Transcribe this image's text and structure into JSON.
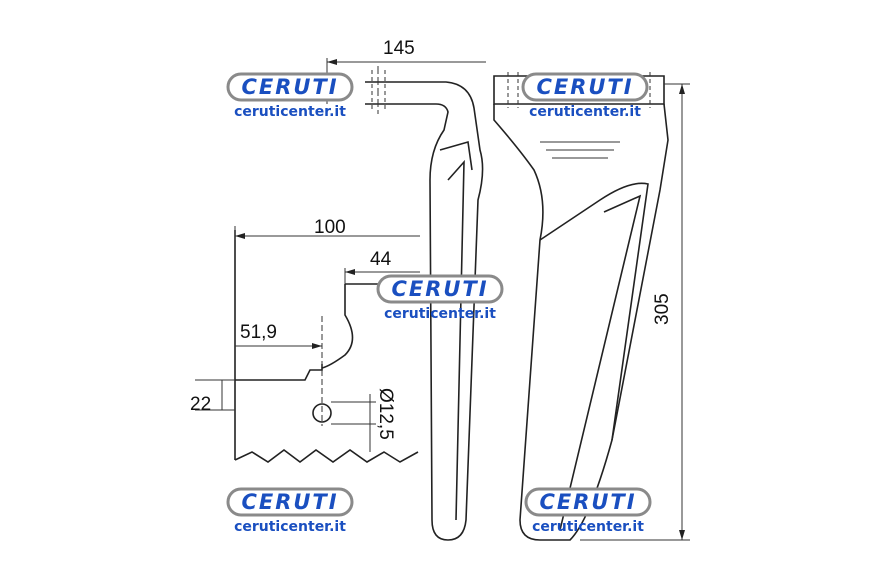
{
  "dimensions": {
    "top_width": "145",
    "notch_width": "100",
    "notch_offset": "44",
    "hole_offset": "51,9",
    "step_height": "22",
    "hole_diameter": "Ø12,5",
    "total_height": "305"
  },
  "watermarks": [
    {
      "brand": "CERUTI",
      "site": "ceruticenter.it"
    },
    {
      "brand": "CERUTI",
      "site": "ceruticenter.it"
    },
    {
      "brand": "CERUTI",
      "site": "ceruticenter.it"
    },
    {
      "brand": "CERUTI",
      "site": "ceruticenter.it"
    },
    {
      "brand": "CERUTI",
      "site": "ceruticenter.it"
    }
  ],
  "colors": {
    "watermark": "#1a4fc0",
    "drawing": "#222222"
  }
}
